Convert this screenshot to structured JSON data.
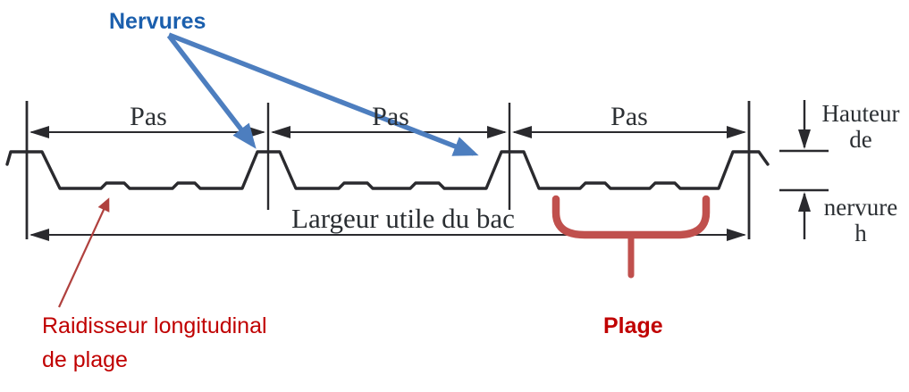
{
  "annotations": {
    "nervures": "Nervures",
    "raidisseur_line1": "Raidisseur longitudinal",
    "raidisseur_line2": "de plage",
    "plage": "Plage"
  },
  "dimensions": {
    "pas_labels": [
      "Pas",
      "Pas",
      "Pas"
    ],
    "largeur": "Largeur utile du bac",
    "hauteur_line1": "Hauteur",
    "hauteur_line2": "de",
    "nervure_line1": "nervure",
    "nervure_line2": "h"
  },
  "icons": {
    "blue_callout_arrows": "arrow-pointer-icon",
    "red_callout_arrow": "arrow-pointer-icon",
    "plage_brace": "curly-brace-icon"
  },
  "colors": {
    "line": "#2a2a2e",
    "blue_label": "#1b5fad",
    "blue_arrow": "#4d7ebf",
    "red_shape": "#c0504d",
    "red_text": "#c00000",
    "background": "#ffffff"
  }
}
